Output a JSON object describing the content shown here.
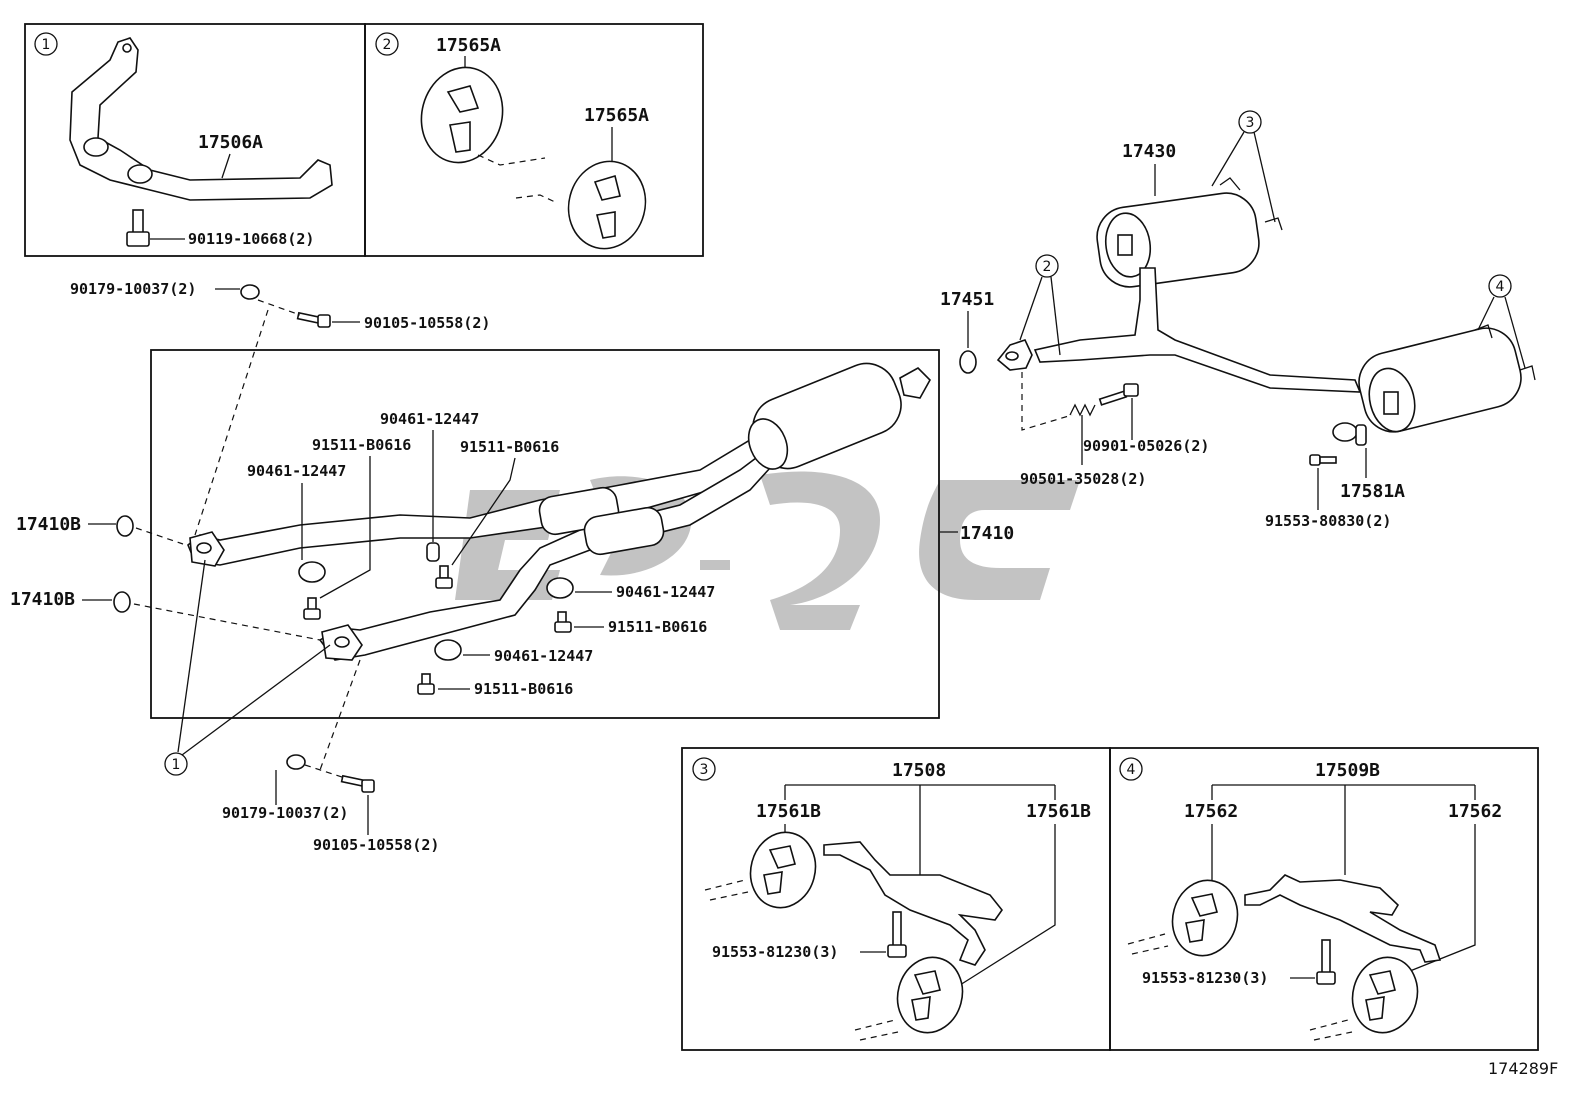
{
  "callouts": [
    "1",
    "2",
    "3",
    "4"
  ],
  "parts": {
    "p17506A": "17506A",
    "p90119": "90119-10668(2)",
    "p17565A_1": "17565A",
    "p17565A_2": "17565A",
    "p90179_top": "90179-10037(2)",
    "p90105_top": "90105-10558(2)",
    "p17410B_1": "17410B",
    "p17410B_2": "17410B",
    "p90461_a": "90461-12447",
    "p91511_a": "91511-B0616",
    "p90461_b": "90461-12447",
    "p91511_b": "91511-B0616",
    "p17410": "17410",
    "p90461_c": "90461-12447",
    "p91511_c": "91511-B0616",
    "p90461_d": "90461-12447",
    "p91511_d": "91511-B0616",
    "p90179_bot": "90179-10037(2)",
    "p90105_bot": "90105-10558(2)",
    "p17430": "17430",
    "p17451": "17451",
    "p90901": "90901-05026(2)",
    "p90501": "90501-35028(2)",
    "p17581A": "17581A",
    "p91553_808": "91553-80830(2)",
    "p17508": "17508",
    "p17561B_1": "17561B",
    "p17561B_2": "17561B",
    "p91553_812_a": "91553-81230(3)",
    "p17509B": "17509B",
    "p17562_1": "17562",
    "p17562_2": "17562",
    "p91553_812_b": "91553-81230(3)"
  },
  "figure_id": "174289F",
  "watermark_icon": "brand-watermark-logo"
}
